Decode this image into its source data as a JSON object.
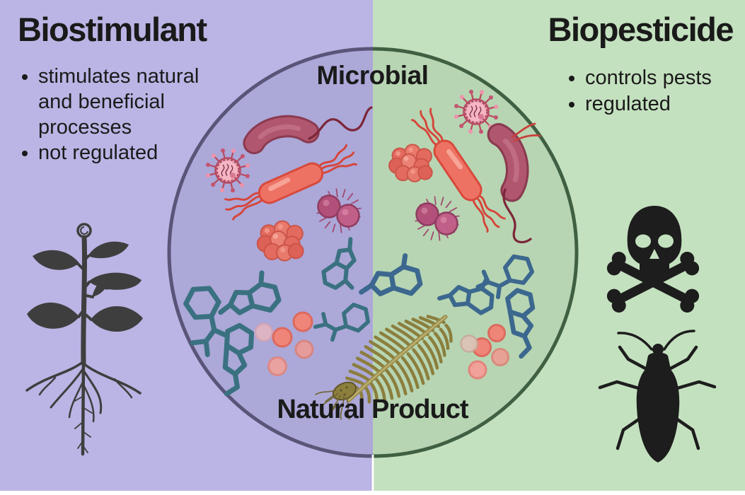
{
  "diagram": {
    "left_panel": {
      "title": "Biostimulant",
      "bullets": [
        "stimulates natural and beneficial processes",
        "not regulated"
      ],
      "background_color": "#bab5e4",
      "icon": "plant-with-roots"
    },
    "right_panel": {
      "title": "Biopesticide",
      "bullets": [
        "controls pests",
        "regulated"
      ],
      "background_color": "#c4e1bf",
      "icons": [
        "skull-and-crossbones",
        "pest-insect"
      ]
    },
    "overlap_circle": {
      "top_label": "Microbial",
      "bottom_label": "Natural Product",
      "left_fill": "#aca8d8",
      "right_fill": "#b7d5b2",
      "left_border": "#5a5578",
      "right_border": "#3f6042",
      "illustrations": [
        "bean-bacterium",
        "flagellated-rod-bacterium",
        "virus-particle",
        "staphylococcus-cluster",
        "diplococci",
        "chemical-structures",
        "compound-droplets",
        "fern-frond"
      ]
    },
    "palette": {
      "microbe_red": "#ed7264",
      "microbe_maroon": "#b0566e",
      "virus_pink": "#efa0b2",
      "molecule_teal": "#3a7181",
      "molecule_blue": "#3c688f",
      "fern_olive": "#8b7e3d",
      "silhouette": "#2a2a2a",
      "text": "#1a1a1a"
    }
  }
}
